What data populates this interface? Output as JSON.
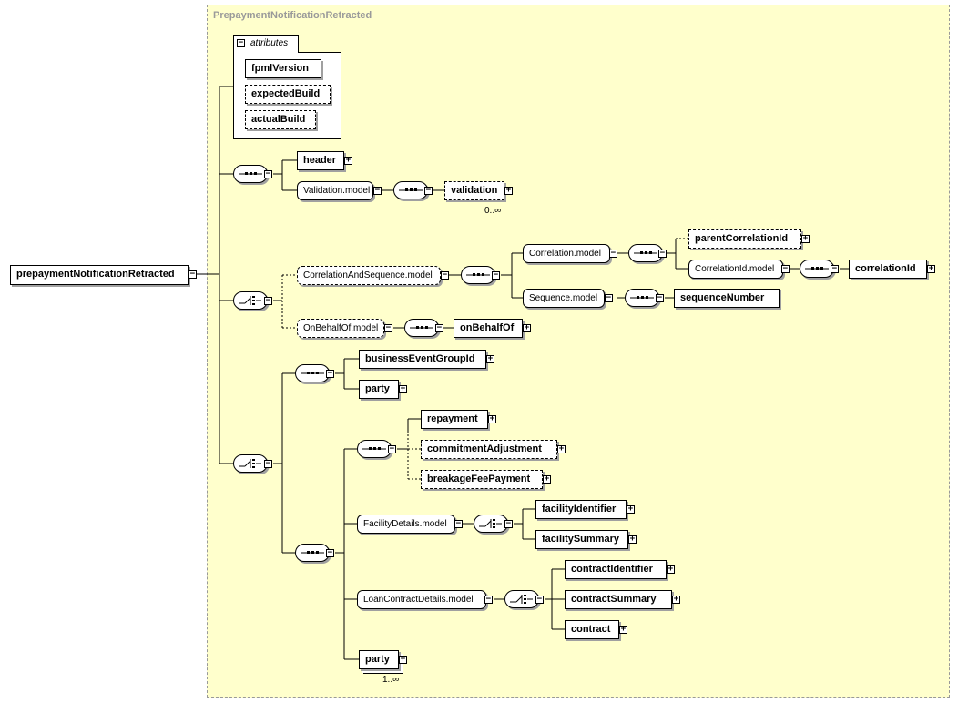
{
  "diagram": {
    "frame_title": "PrepaymentNotificationRetracted",
    "root": "prepaymentNotificationRetracted",
    "attributes": {
      "group_label": "attributes",
      "items": [
        "fpmlVersion",
        "expectedBuild",
        "actualBuild"
      ]
    },
    "elements": {
      "header": "header",
      "validation_model": "Validation.model",
      "validation": "validation",
      "validation_occurs": "0..∞",
      "correlation_and_sequence": "CorrelationAndSequence.model",
      "correlation_model": "Correlation.model",
      "parent_correlation_id": "parentCorrelationId",
      "correlation_id_model": "CorrelationId.model",
      "correlation_id": "correlationId",
      "sequence_model": "Sequence.model",
      "sequence_number": "sequenceNumber",
      "on_behalf_of_model": "OnBehalfOf.model",
      "on_behalf_of": "onBehalfOf",
      "business_event_group_id": "businessEventGroupId",
      "party_1": "party",
      "repayment": "repayment",
      "commitment_adjustment": "commitmentAdjustment",
      "breakage_fee_payment": "breakageFeePayment",
      "facility_details_model": "FacilityDetails.model",
      "facility_identifier": "facilityIdentifier",
      "facility_summary": "facilitySummary",
      "loan_contract_details_model": "LoanContractDetails.model",
      "contract_identifier": "contractIdentifier",
      "contract_summary": "contractSummary",
      "contract": "contract",
      "party_2": "party",
      "party_2_occurs": "1..∞"
    },
    "colors": {
      "frame_bg": "#ffffcc",
      "frame_title": "#9a9a9a"
    }
  }
}
